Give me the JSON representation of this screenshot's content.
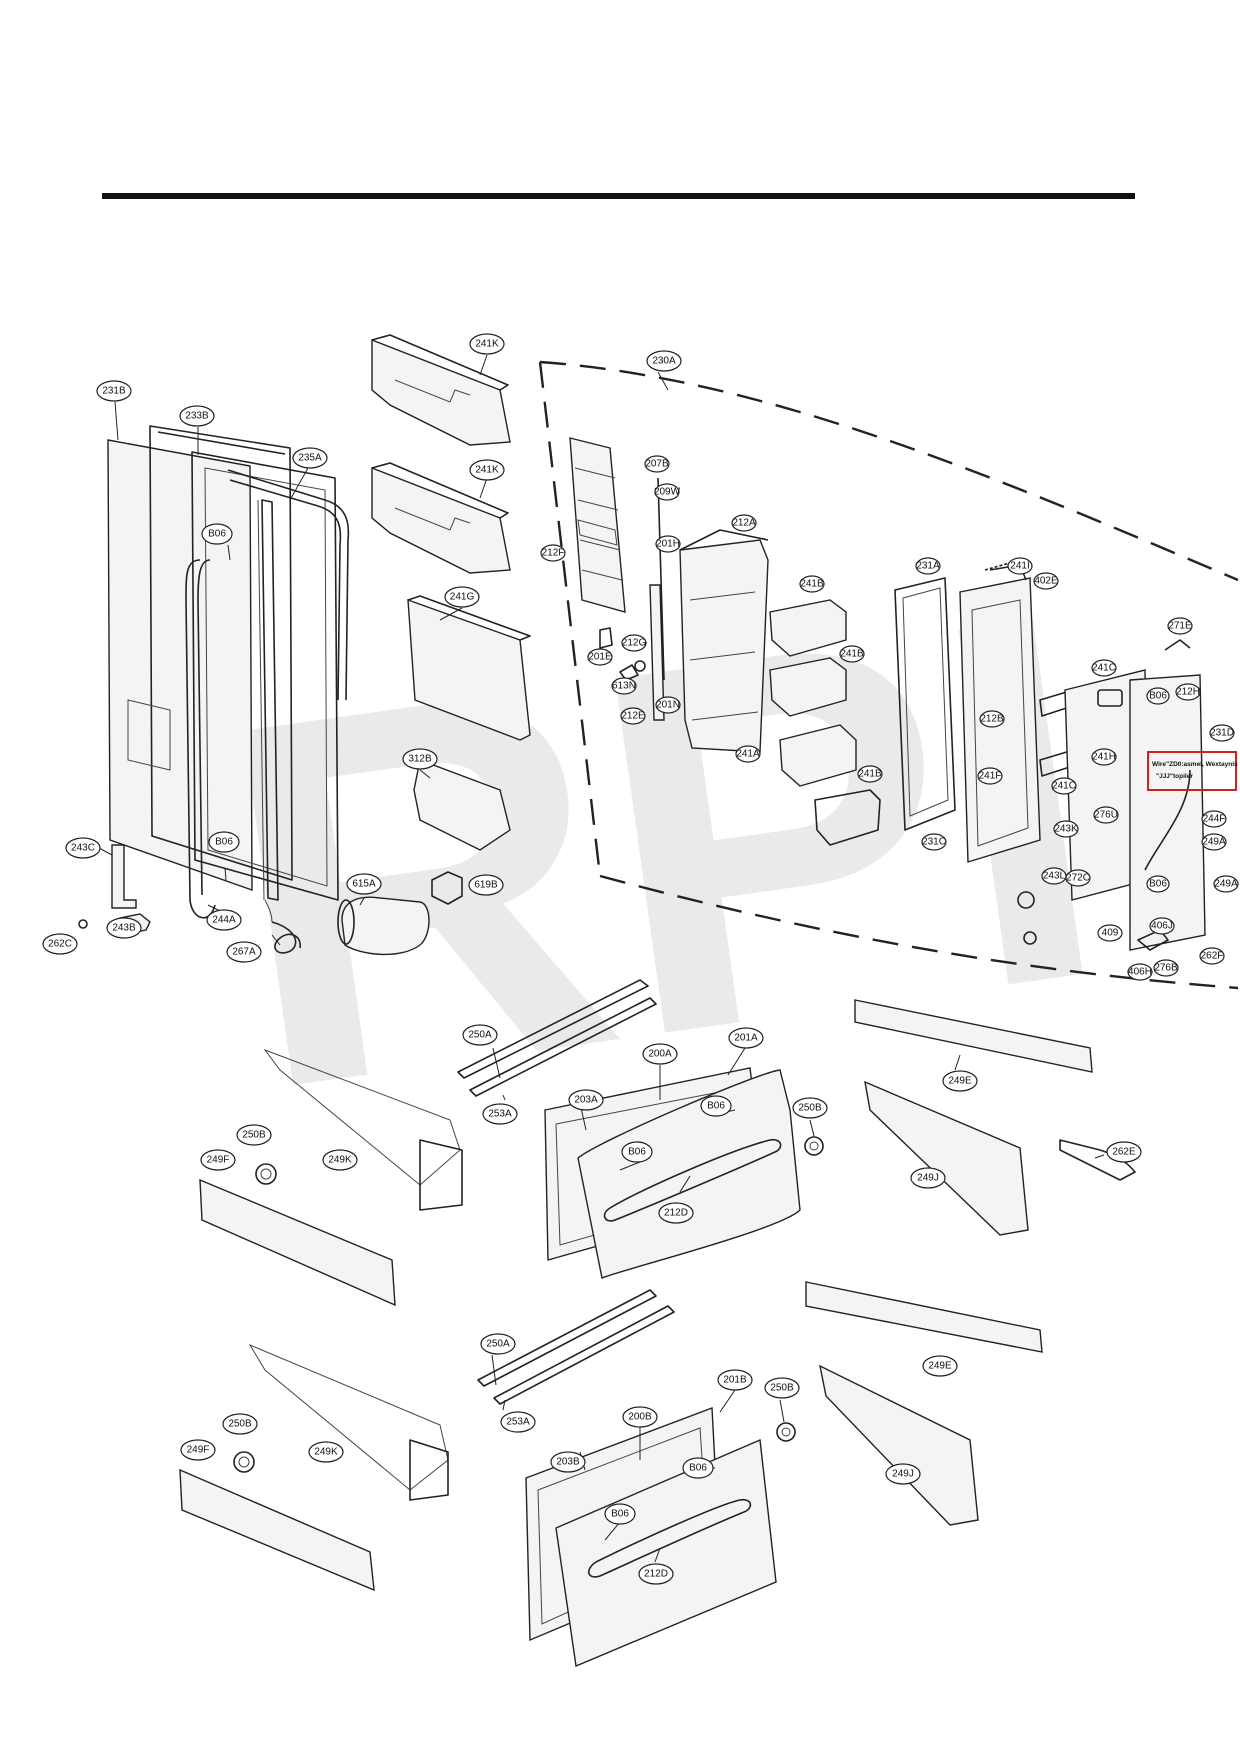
{
  "watermark": "RPI",
  "note": {
    "line1": "Wire\"ZD0:asmel, Wextaynis",
    "line2": "\"JJJ\"topiler"
  },
  "labels": {
    "l231B": "231B",
    "l233B": "233B",
    "l235A": "235A",
    "lB06a": "B06",
    "lB06b": "B06",
    "l243C": "243C",
    "l243B": "243B",
    "l262C": "262C",
    "l244A": "244A",
    "l267A": "267A",
    "l241K1": "241K",
    "l241K2": "241K",
    "l241G": "241G",
    "l312B": "312B",
    "l615A": "615A",
    "l619B": "619B",
    "l230A": "230A",
    "l212F": "212F",
    "l207B": "207B",
    "l209W": "209W",
    "l201H": "201H",
    "l212A": "212A",
    "l241B1": "241B",
    "l241B2": "241B",
    "l241A": "241A",
    "l241B3": "241B",
    "l201E": "201E",
    "l212G": "212G",
    "l613N": "613N",
    "l212E": "212E",
    "l201N": "201N",
    "l231A": "231A",
    "l241I": "241I",
    "l402E": "402E",
    "l231C": "231C",
    "l212B": "212B",
    "l241F": "241F",
    "l271E": "271E",
    "l212H": "212H",
    "l231D": "231D",
    "l241C": "241C",
    "l241H": "241H",
    "l241C2": "241C",
    "l276U": "276U",
    "l272C": "272C",
    "lB06c": "B06",
    "lB06d": "B06",
    "l249A": "249A",
    "l244F": "244F",
    "l262E2": "406J",
    "l243K": "243K",
    "l243L": "243L",
    "l409": "409",
    "l406J": "406J",
    "l406H": "406H",
    "l276B": "276B",
    "l262F": "262F",
    "l249x": "249A",
    "l250A1": "250A",
    "l253A1": "253A",
    "l200A": "200A",
    "l201A": "201A",
    "l203A": "203A",
    "lB06e": "B06",
    "lB06f": "B06",
    "l212D1": "212D",
    "l250B1": "250B",
    "l249E1": "249E",
    "l249J1": "249J",
    "l262E": "262E",
    "l249K1": "249K",
    "l250B2": "250B",
    "l249F1": "249F",
    "l250A2": "250A",
    "l253A2": "253A",
    "l200B": "200B",
    "l201B": "201B",
    "l203B": "203B",
    "lB06g": "B06",
    "lB06h": "B06",
    "l212D2": "212D",
    "l250B3": "250B",
    "l249E2": "249E",
    "l249J2": "249J",
    "l249K2": "249K",
    "l250B4": "250B",
    "l249F2": "249F"
  }
}
